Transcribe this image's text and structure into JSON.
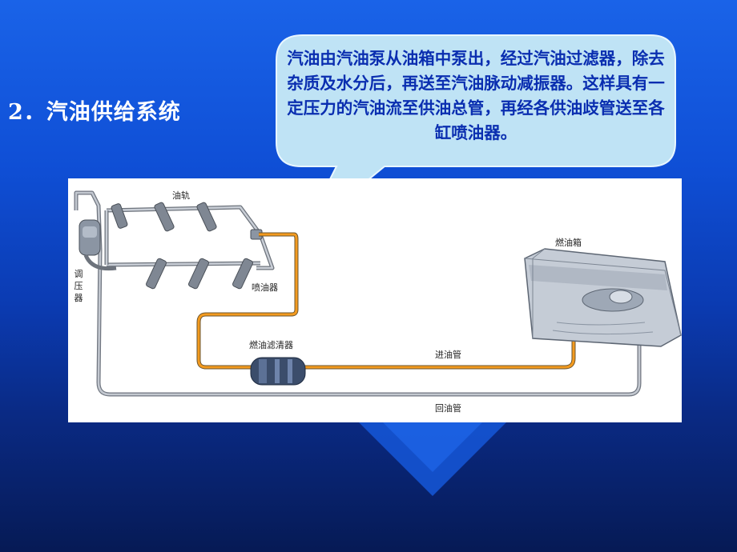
{
  "heading": "2．汽油供给系统",
  "callout": {
    "text": "汽油由汽油泵从油箱中泵出，经过汽油过滤器，除去杂质及水分后，再送至汽油脉动减振器。这样具有一定压力的汽油流至供油总管，再经各供油歧管送至各缸喷油器。"
  },
  "diagram": {
    "labels": {
      "fuel_rail": "油轨",
      "pressure_regulator": "调压器",
      "injector": "喷油器",
      "fuel_filter": "燃油滤清器",
      "fuel_tank": "燃油箱",
      "supply_pipe": "进油管",
      "return_pipe": "回油管"
    }
  },
  "colors": {
    "supply_line": "#f39a1e",
    "return_line": "#9aa0aa",
    "callout_fill": "#bfe3f5",
    "callout_text": "#0a2eb0"
  }
}
